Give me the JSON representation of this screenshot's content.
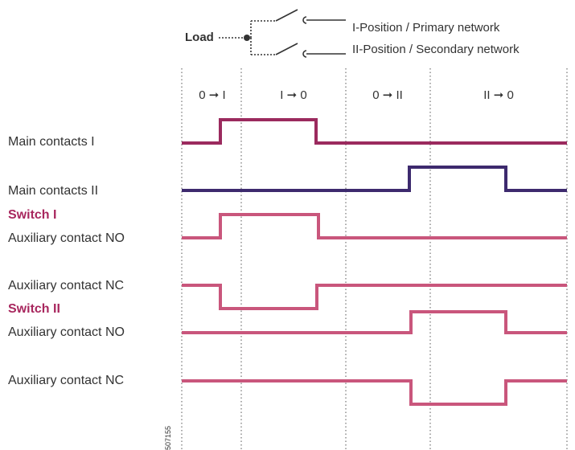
{
  "legend": {
    "load": "Load",
    "primary": "I-Position / Primary network",
    "secondary": "II-Position / Secondary network"
  },
  "phases": [
    "0 ➞ I",
    "I ➞ 0",
    "0 ➞ II",
    "II ➞ 0"
  ],
  "rows": {
    "main1": "Main contacts I",
    "main2": "Main contacts II",
    "switch1": "Switch I",
    "s1_no": "Auxiliary contact NO",
    "s1_nc": "Auxiliary contact NC",
    "switch2": "Switch II",
    "s2_no": "Auxiliary contact NO",
    "s2_nc": "Auxiliary contact NC"
  },
  "figure_id": "507155",
  "colors": {
    "main1": "#9b2a5e",
    "main2": "#3d2a6e",
    "aux": "#c9567c",
    "grid": "#555555"
  }
}
